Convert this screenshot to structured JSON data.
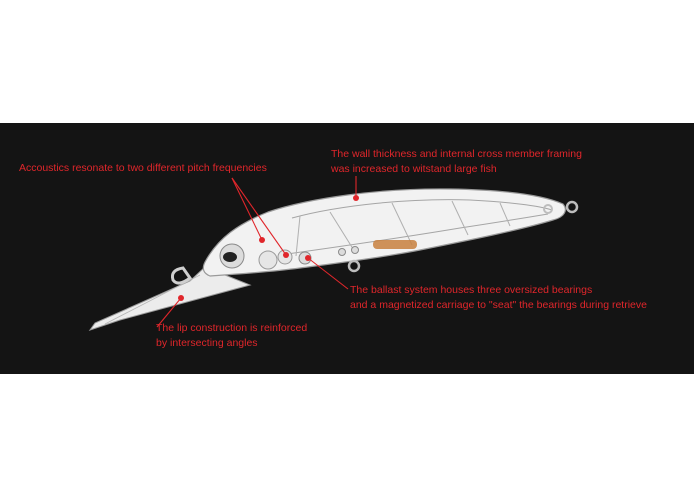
{
  "callouts": {
    "acoustics": {
      "line1": "Accoustics resonate to two different pitch frequencies"
    },
    "wall": {
      "line1": "The wall thickness and internal cross member framing",
      "line2": "was increased to witstand large fish"
    },
    "ballast": {
      "line1": "The ballast system houses three oversized bearings",
      "line2": "and a magnetized carriage to \"seat\" the bearings during retrieve"
    },
    "lip": {
      "line1": "The lip construction is reinforced",
      "line2": "by intersecting angles"
    }
  },
  "colors": {
    "background": "#141414",
    "callout_text": "#e0262b",
    "leader_line": "#e0262b",
    "lure_body": "#f2f2f2",
    "lure_outline": "#9a9a9a",
    "rattle_chamber": "#c8803e"
  },
  "icons": {
    "marker": "red-dot-marker",
    "eye": "eye-icon"
  }
}
